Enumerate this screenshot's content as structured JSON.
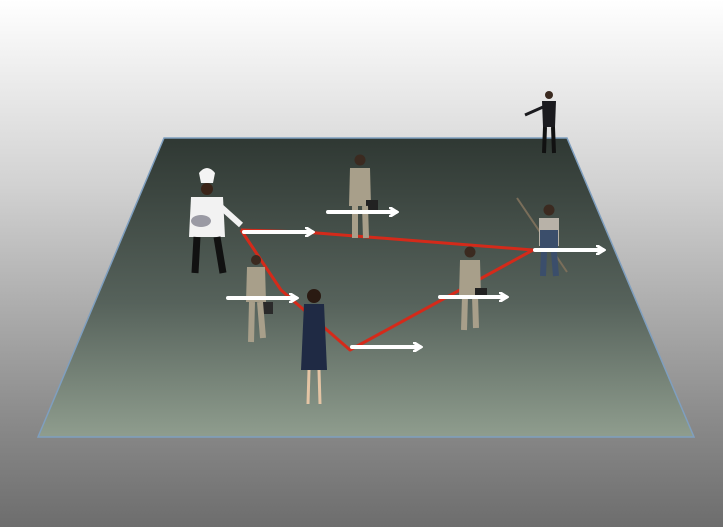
{
  "scene": {
    "description_label": "",
    "colors": {
      "floor_top": "#2f3a35",
      "floor_bottom": "#8e9e8e",
      "floor_edge": "#6f8fb5",
      "route_line": "#d42a1a",
      "arrow": "#ffffff"
    },
    "figures": [
      {
        "id": "chef",
        "name": "chef-figure-icon"
      },
      {
        "id": "businessman-top",
        "name": "businessman-briefcase-figure-icon"
      },
      {
        "id": "businessman-left",
        "name": "businessman-briefcase-figure-icon"
      },
      {
        "id": "businesswoman",
        "name": "businesswoman-figure-icon"
      },
      {
        "id": "businessman-right",
        "name": "businessman-briefcase-figure-icon"
      },
      {
        "id": "farmer",
        "name": "farmer-pitchfork-figure-icon"
      },
      {
        "id": "presenter",
        "name": "presenter-pointing-figure-icon"
      }
    ]
  }
}
